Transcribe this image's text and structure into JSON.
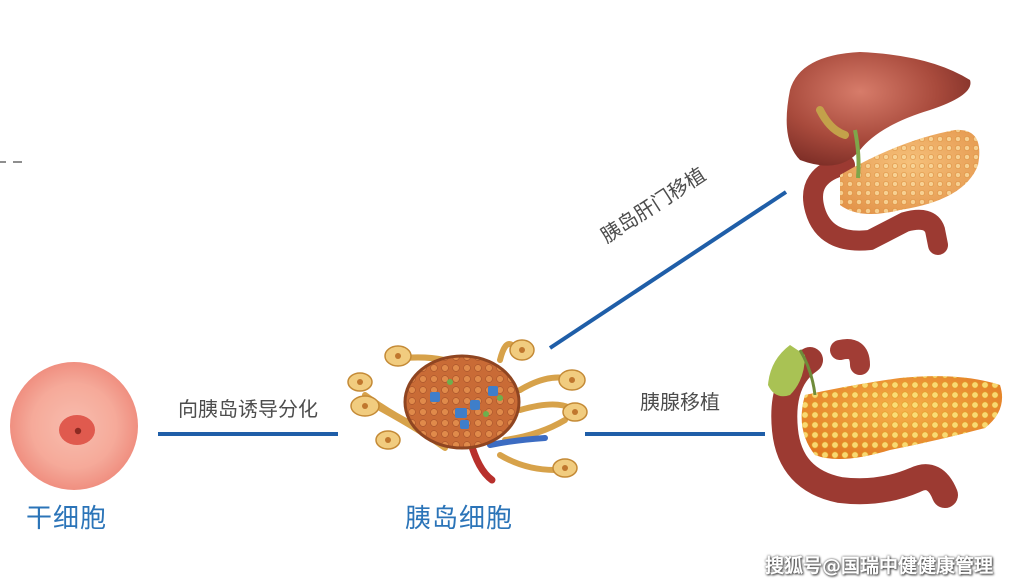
{
  "nodes": {
    "stem_cell": "干细胞",
    "islet_cells": "胰岛细胞"
  },
  "edges": {
    "differentiation": "向胰岛诱导分化",
    "portal_transplant": "胰岛肝门移植",
    "pancreas_transplant": "胰腺移植"
  },
  "watermark": "搜狐号@国瑞中健健康管理",
  "colors": {
    "line": "#1f5ea8",
    "caption": "#2b74b8",
    "stem_outer": "#f08f80",
    "stem_inner": "#e05a4e"
  }
}
